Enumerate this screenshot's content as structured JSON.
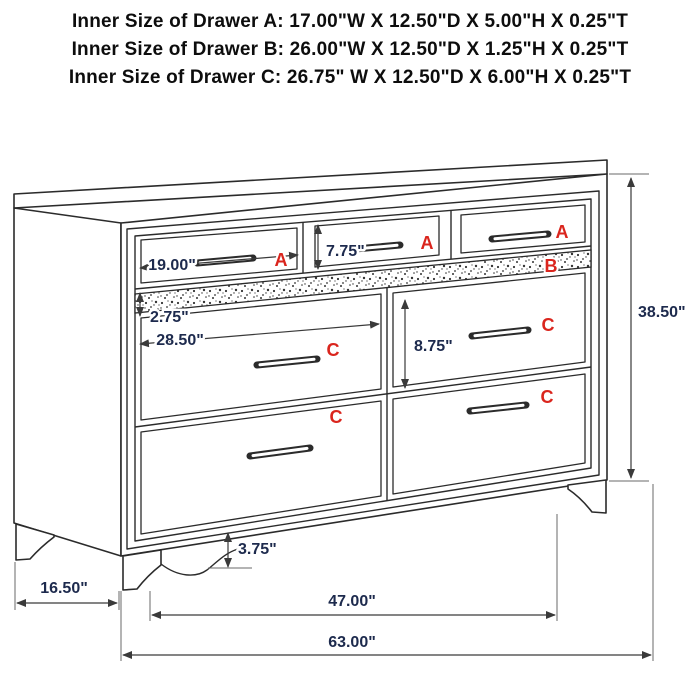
{
  "header": {
    "lines": [
      "Inner Size of Drawer A: 17.00\"W X 12.50\"D X 5.00\"H X 0.25\"T",
      "Inner Size of Drawer B: 26.00\"W X 12.50\"D X 1.25\"H X 0.25\"T",
      "Inner Size of Drawer C: 26.75\" W X 12.50\"D X 6.00\"H X 0.25\"T"
    ]
  },
  "diagram": {
    "labels": {
      "drawer_a1": "A",
      "drawer_a2": "A",
      "drawer_a3": "A",
      "drawer_b": "B",
      "drawer_c_right_top": "C",
      "drawer_c_left_top": "C",
      "drawer_c_right_bottom": "C",
      "drawer_c_left_bottom": "C"
    },
    "dimensions": {
      "drawer_a_width": "19.00\"",
      "drawer_a_height": "7.75\"",
      "drawer_b_height": "2.75\"",
      "drawer_c_width": "28.50\"",
      "drawer_c_height": "8.75\"",
      "overall_height": "38.50\"",
      "leg_height": "3.75\"",
      "side_depth": "16.50\"",
      "leg_span_width": "47.00\"",
      "overall_width": "63.00\""
    },
    "colors": {
      "label_red": "#da251d",
      "dimension_navy": "#1d2a4d",
      "line_dark": "#2b2b2b"
    }
  }
}
